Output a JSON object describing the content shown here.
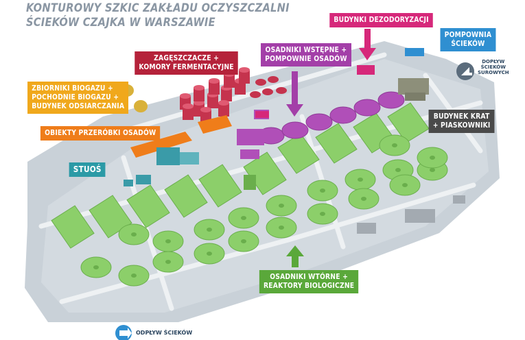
{
  "title": {
    "line1": "KONTUROWY SZKIC ZAKŁADU OCZYSZCZALNI",
    "line2": "ŚCIEKÓW CZAJKA W WARSZAWIE"
  },
  "labels": {
    "dezodoryzacja": {
      "lines": [
        "BUDYNKI DEZODORYZACJI"
      ],
      "color": "#d6287a"
    },
    "pompownia": {
      "lines": [
        "POMPOWNIA",
        "ŚCIEKÓW"
      ],
      "color": "#2f8fd1"
    },
    "doplyw_surowych": {
      "lines": [
        "DOPŁYW",
        "ŚCIEKÓW",
        "SUROWYCH"
      ]
    },
    "osadniki_wstepne": {
      "lines": [
        "OSADNIKI WSTĘPNE +",
        "POMPOWNIE OSADÓW"
      ],
      "color": "#a33fa8"
    },
    "zageszczacze": {
      "lines": [
        "ZAGĘSZCZACZE +",
        "KOMORY FERMENTACYJNE"
      ],
      "color": "#b5223a"
    },
    "zbiorniki": {
      "lines": [
        "ZBIORNIKI BIOGAZU +",
        "POCHODNIE BIOGAZU +",
        "BUDYNEK ODSIARCZANIA"
      ],
      "color": "#f0a81c"
    },
    "obiekty": {
      "lines": [
        "OBIEKTY PRZERÓBKI OSADÓW"
      ],
      "color": "#ef7d1a"
    },
    "stuos": {
      "lines": [
        "STUOŚ"
      ],
      "color": "#2b9aa6"
    },
    "budynek_krat": {
      "lines": [
        "BUDYNEK KRAT",
        "+ PIASKOWNIKI"
      ],
      "color": "#4a4a4a"
    },
    "osadniki_wtorne": {
      "lines": [
        "OSADNIKI WTÓRNE +",
        "REAKTORY BIOLOGICZNE"
      ],
      "color": "#5aa83a"
    },
    "odplyw": {
      "lines": [
        "ODPŁYW ŚCIEKÓW"
      ]
    }
  },
  "colors": {
    "ground": "#c9d1d8",
    "road": "#eef1f3",
    "green": "#8ccf6a",
    "green_dark": "#6aae4c",
    "purple": "#b04fb8",
    "crimson": "#c5334d",
    "orange": "#ef7d1a",
    "teal": "#3a9ba8",
    "gold": "#d9b13a",
    "magenta": "#d6287a",
    "grey_building": "#a3aab1",
    "blue": "#2f8fd1"
  },
  "icons": [
    "arrow-down-icon",
    "arrow-up-icon",
    "flow-in-icon",
    "flow-out-icon"
  ]
}
